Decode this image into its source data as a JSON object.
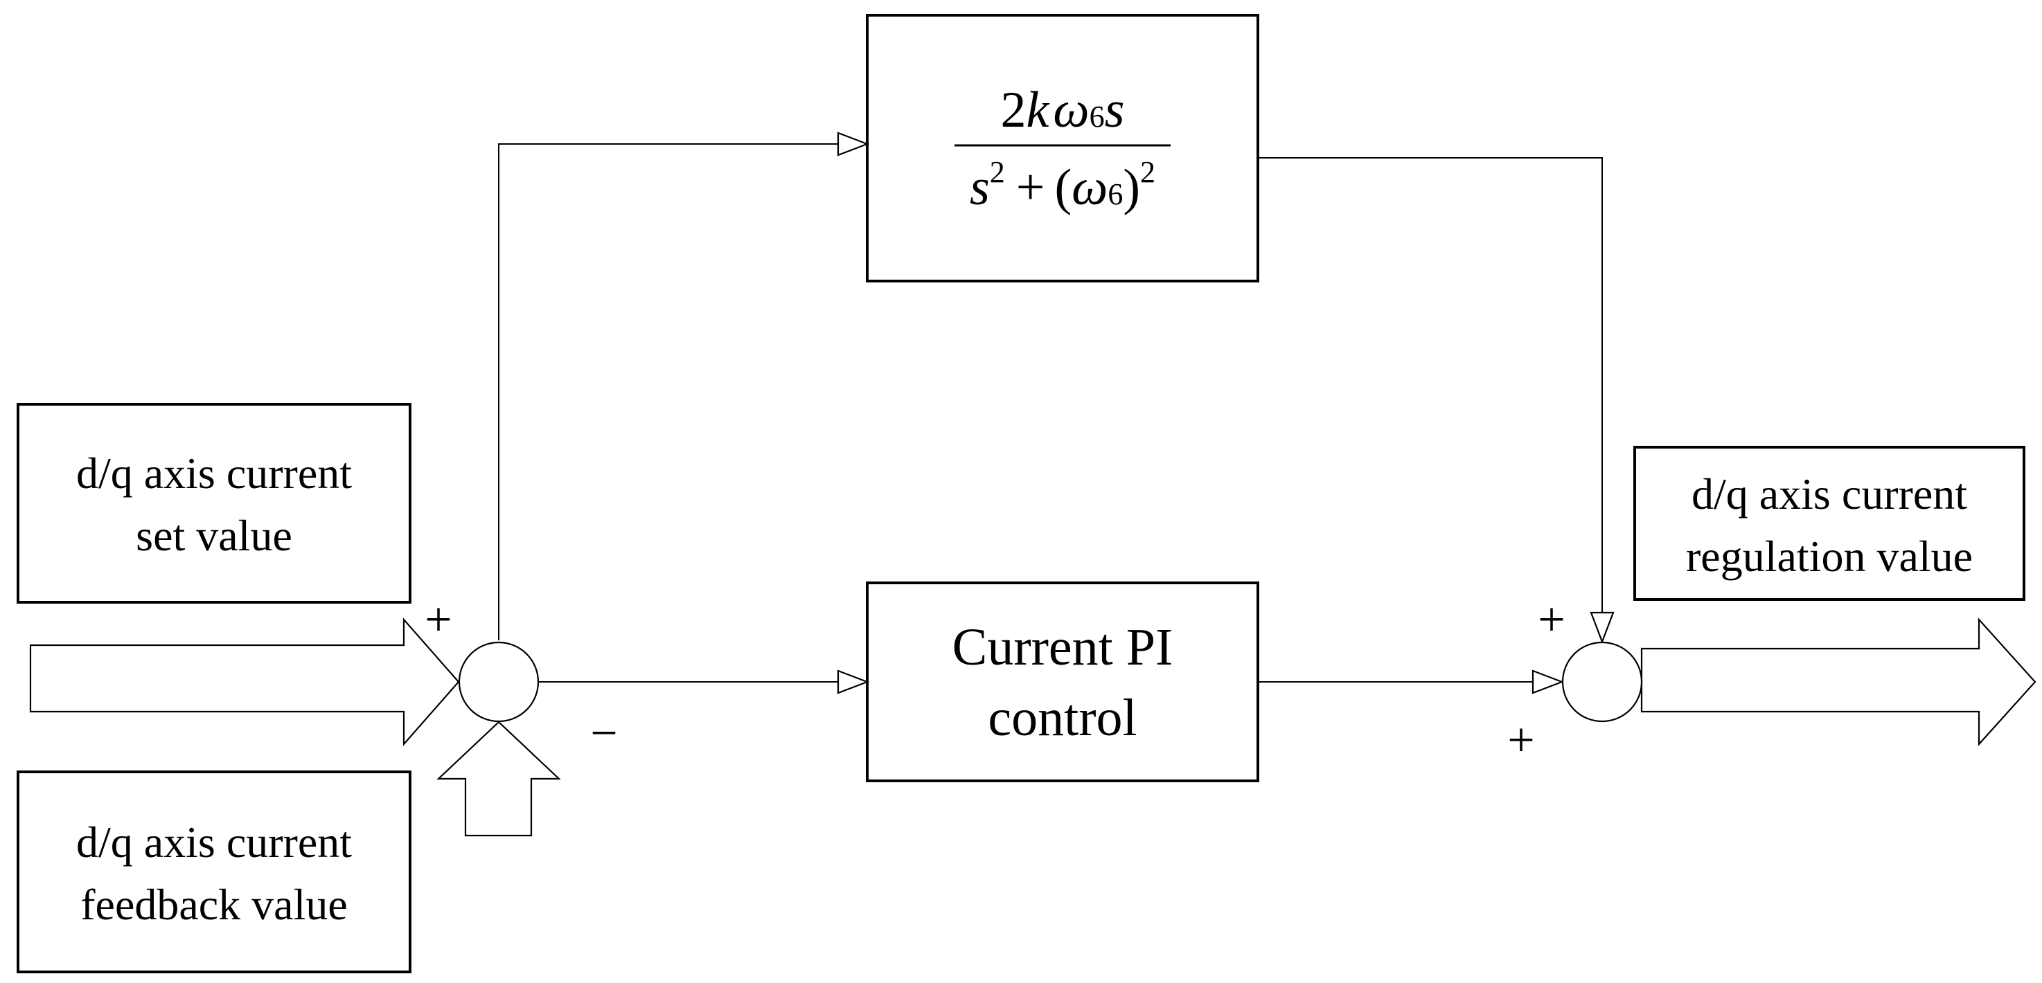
{
  "set_value_box": {
    "line1": "d/q axis current",
    "line2": "set value"
  },
  "feedback_value_box": {
    "line1": "d/q axis current",
    "line2": "feedback value"
  },
  "regulation_value_box": {
    "line1": "d/q axis current",
    "line2": "regulation value"
  },
  "pi_block": {
    "line1": "Current PI",
    "line2": "control"
  },
  "resonant_block": {
    "numerator_coeff": "2",
    "numerator_k": "k",
    "omega": "ω",
    "subscript": "6",
    "s": "s",
    "square": "2",
    "plus": "+",
    "open_paren": "(",
    "close_paren": ")"
  },
  "signs": {
    "sum1_set_input": "+",
    "sum1_feedback_input": "−",
    "sum2_resonant_input": "+",
    "sum2_pi_input": "+"
  }
}
